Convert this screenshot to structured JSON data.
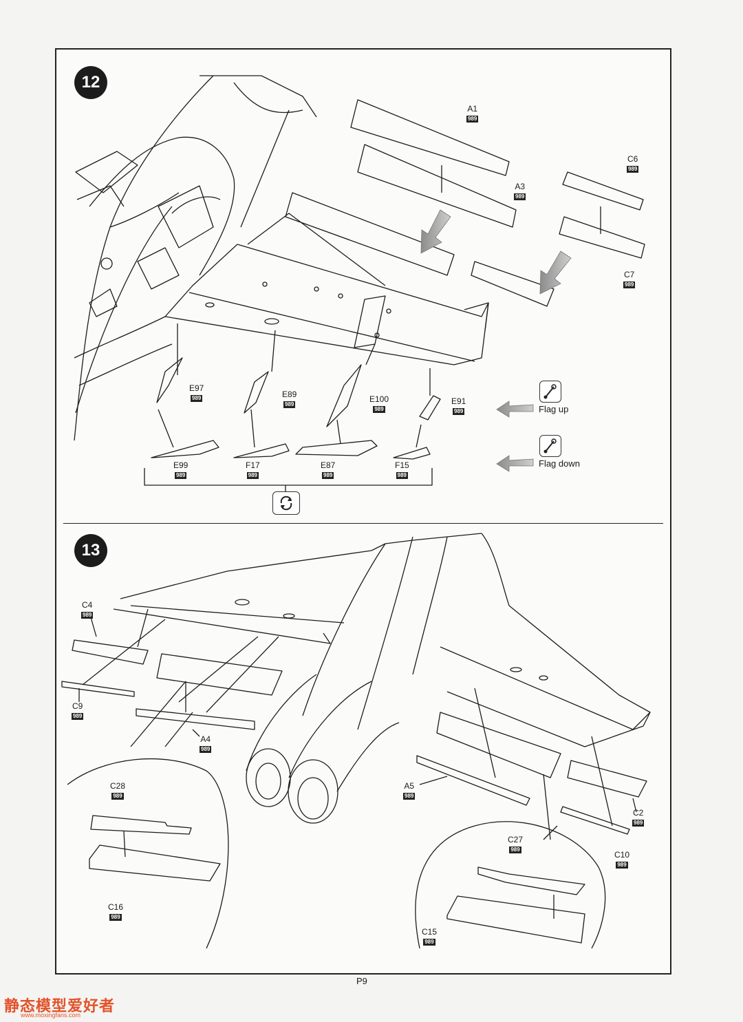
{
  "steps": [
    {
      "number": "12"
    },
    {
      "number": "13"
    }
  ],
  "parts": [
    {
      "number": "A1",
      "code": "989"
    },
    {
      "number": "A3",
      "code": "989"
    },
    {
      "number": "C6",
      "code": "989"
    },
    {
      "number": "C7",
      "code": "989"
    },
    {
      "number": "E97",
      "code": "989"
    },
    {
      "number": "E89",
      "code": "989"
    },
    {
      "number": "E100",
      "code": "989"
    },
    {
      "number": "E91",
      "code": "989"
    },
    {
      "number": "E99",
      "code": "989"
    },
    {
      "number": "F17",
      "code": "989"
    },
    {
      "number": "E87",
      "code": "989"
    },
    {
      "number": "F15",
      "code": "989"
    },
    {
      "number": "C4",
      "code": "989"
    },
    {
      "number": "C9",
      "code": "989"
    },
    {
      "number": "A4",
      "code": "989"
    },
    {
      "number": "C28",
      "code": "989"
    },
    {
      "number": "C16",
      "code": "989"
    },
    {
      "number": "A5",
      "code": "989"
    },
    {
      "number": "C2",
      "code": "989"
    },
    {
      "number": "C10",
      "code": "989"
    },
    {
      "number": "C27",
      "code": "989"
    },
    {
      "number": "C15",
      "code": "989"
    }
  ],
  "legend": {
    "flag_up": "Flag up",
    "flag_down": "Flag down"
  },
  "page_number": "P9",
  "watermark": {
    "text": "静态模型爱好者",
    "url": "www.moxingfans.com"
  },
  "colors": {
    "ink": "#1c1c1c",
    "arrow": "#9a9a9a",
    "watermark": "#e3522a"
  }
}
